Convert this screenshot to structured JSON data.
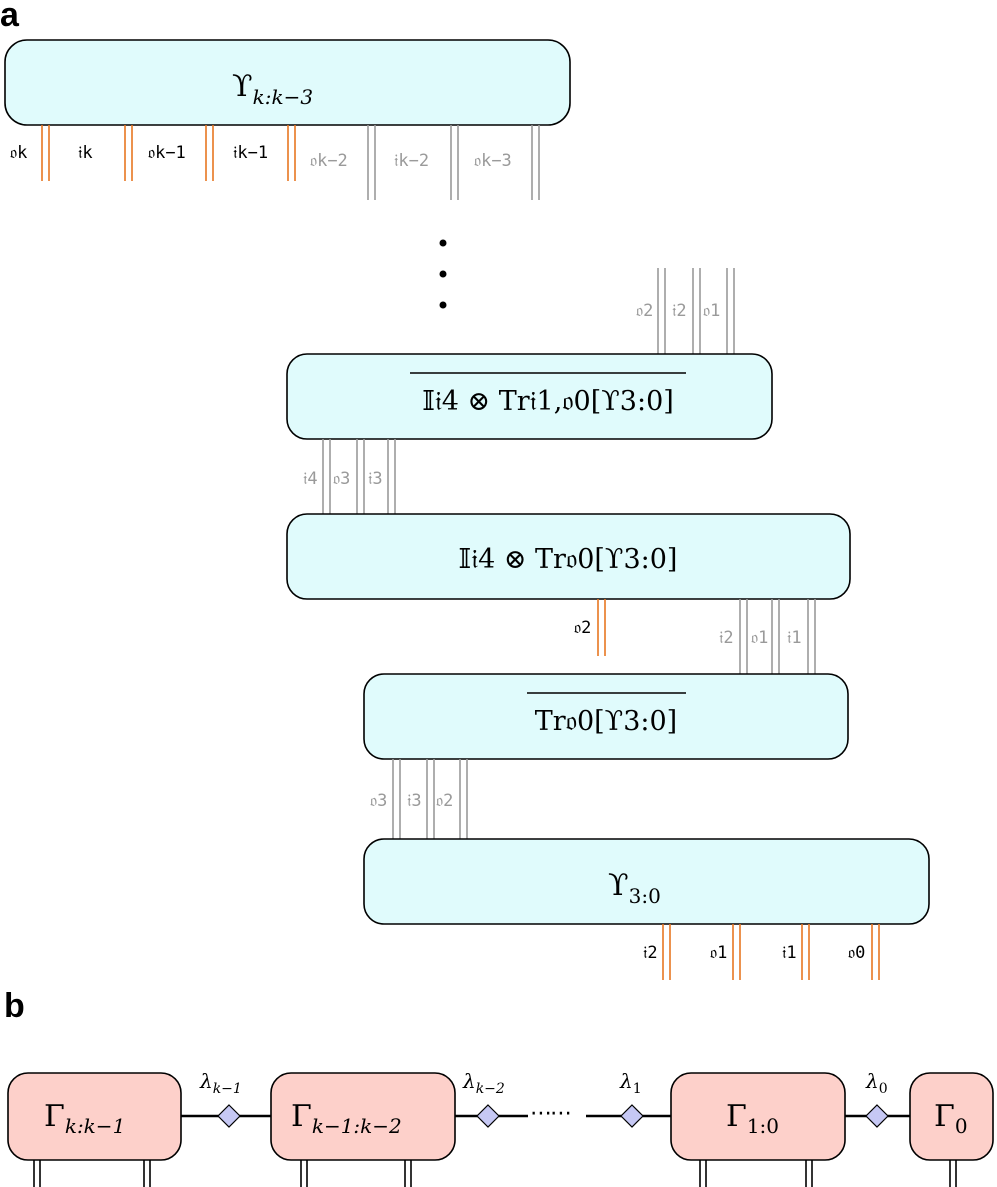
{
  "panels": {
    "a": "a",
    "b": "b"
  },
  "colors": {
    "box_fill": "#e0fbfc",
    "tensor_fill": "#fdd0ca",
    "active_wire": "#e87722",
    "inactive_wire": "#9a9a9a",
    "diamond_fill": "#c6c8f4"
  },
  "panel_a": {
    "top_box": {
      "main": "ϒ",
      "sub": "k:k−3"
    },
    "top_legs": [
      "𝔬k",
      "𝔦k",
      "𝔬k−1",
      "𝔦k−1",
      "𝔬k−2",
      "𝔦k−2",
      "𝔬k−3"
    ],
    "ellipsis": "⋮",
    "box2": {
      "main": "𝕀𝔦4 ⊗ Tr𝔦1,𝔬0[ϒ3:0]",
      "overline": true
    },
    "box2_top_legs": [
      "𝔬2",
      "𝔦2",
      "𝔬1"
    ],
    "box2_bottom_legs": [
      "𝔦4",
      "𝔬3",
      "𝔦3"
    ],
    "box3": {
      "main": "𝕀𝔦4 ⊗ Tr𝔬0[ϒ3:0]"
    },
    "box3_active_leg": "𝔬2",
    "box3_bottom_legs": [
      "𝔦2",
      "𝔬1",
      "𝔦1"
    ],
    "box4": {
      "main": "Tr𝔬0[ϒ3:0]",
      "overline": true
    },
    "box4_bottom_legs": [
      "𝔬3",
      "𝔦3",
      "𝔬2"
    ],
    "box5": {
      "main": "ϒ",
      "sub": "3:0"
    },
    "box5_bottom_legs": [
      "𝔦2",
      "𝔬1",
      "𝔦1",
      "𝔬0"
    ]
  },
  "panel_b": {
    "tensors": [
      {
        "main": "Γ",
        "sub": "k:k−1"
      },
      {
        "main": "Γ",
        "sub": "k−1:k−2"
      },
      {
        "main": "Γ",
        "sub": "1:0"
      },
      {
        "main": "Γ",
        "sub": "0"
      }
    ],
    "bonds": [
      {
        "main": "λ",
        "sub": "k−1"
      },
      {
        "main": "λ",
        "sub": "k−2"
      },
      {
        "main": "λ",
        "sub": "1"
      },
      {
        "main": "λ",
        "sub": "0"
      }
    ],
    "dots": "⋯⋯"
  }
}
